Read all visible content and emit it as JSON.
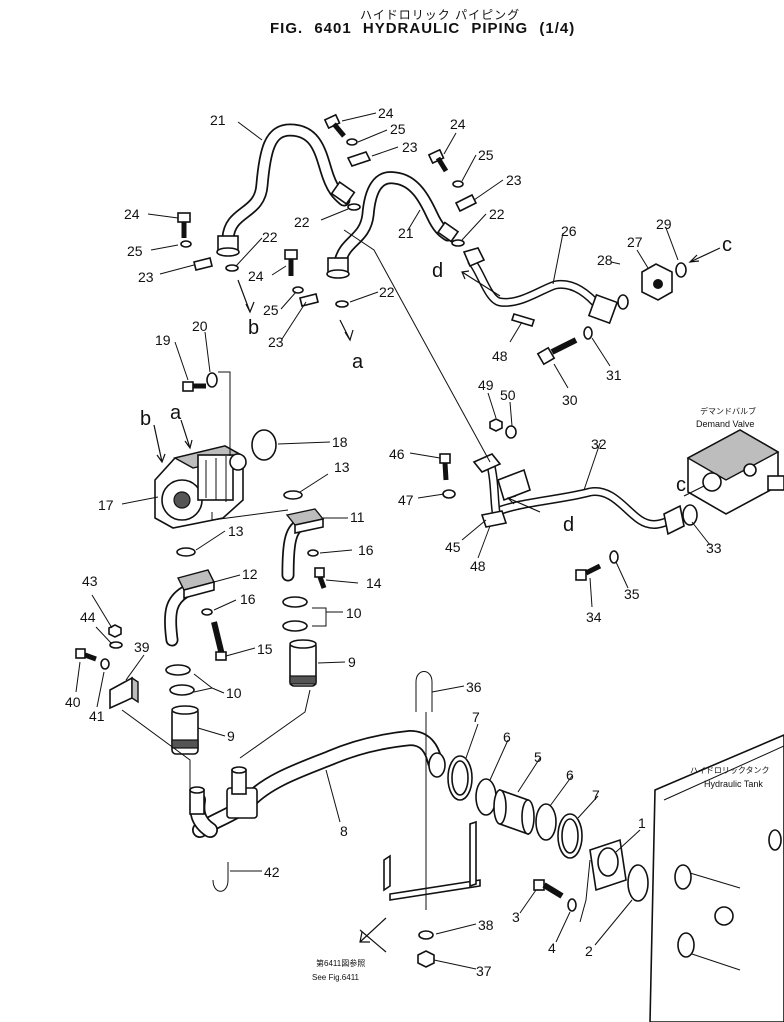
{
  "header": {
    "title_jp": "ハイドロリック パイピング",
    "title": "FIG. 6401   HYDRAULIC PIPING  (1/4)"
  },
  "callouts": {
    "c1": "1",
    "c2": "2",
    "c3": "3",
    "c4": "4",
    "c5": "5",
    "c6a": "6",
    "c6b": "6",
    "c7a": "7",
    "c7b": "7",
    "c8": "8",
    "c9a": "9",
    "c9b": "9",
    "c10a": "10",
    "c10b": "10",
    "c11": "11",
    "c12": "12",
    "c13a": "13",
    "c13b": "13",
    "c14": "14",
    "c15": "15",
    "c16a": "16",
    "c16b": "16",
    "c17": "17",
    "c18": "18",
    "c19": "19",
    "c20": "20",
    "c21a": "21",
    "c21b": "21",
    "c22a": "22",
    "c22b": "22",
    "c22c": "22",
    "c22d": "22",
    "c23a": "23",
    "c23b": "23",
    "c23c": "23",
    "c23d": "23",
    "c24a": "24",
    "c24b": "24",
    "c24c": "24",
    "c24d": "24",
    "c25a": "25",
    "c25b": "25",
    "c25c": "25",
    "c25d": "25",
    "c26": "26",
    "c27": "27",
    "c28": "28",
    "c29": "29",
    "c30": "30",
    "c31": "31",
    "c32": "32",
    "c33": "33",
    "c34": "34",
    "c35": "35",
    "c36": "36",
    "c37": "37",
    "c38": "38",
    "c39": "39",
    "c40": "40",
    "c41": "41",
    "c42": "42",
    "c43": "43",
    "c44": "44",
    "c45": "45",
    "c46": "46",
    "c47": "47",
    "c48a": "48",
    "c48b": "48",
    "c49": "49",
    "c50": "50"
  },
  "connectors": {
    "a_top": "a",
    "a_pump": "a",
    "b_top": "b",
    "b_pump": "b",
    "c_right": "c",
    "c_mid": "c",
    "d_top": "d",
    "d_mid": "d"
  },
  "notes": {
    "demand_valve_jp": "デマンドバルブ",
    "demand_valve": "Demand Valve",
    "hydraulic_tank_jp": "ハイドロリックタンク",
    "hydraulic_tank": "Hydraulic Tank",
    "see_fig_jp": "第6411図参照",
    "see_fig": "See Fig.6411"
  }
}
